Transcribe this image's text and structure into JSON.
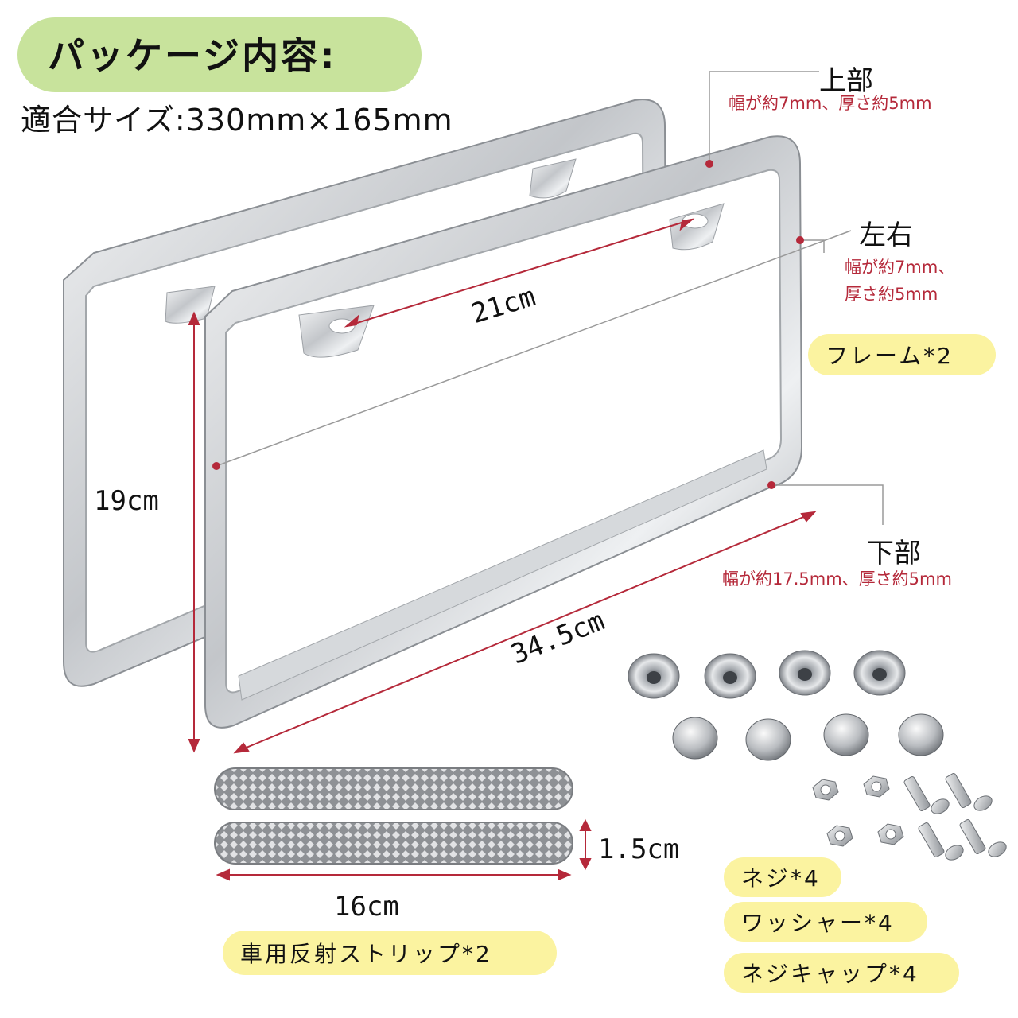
{
  "header": {
    "title": "パッケージ内容:",
    "fit_size": "適合サイズ:330mm×165mm"
  },
  "callouts": {
    "top": {
      "label": "上部",
      "detail": "幅が約7mm、厚さ約5mm"
    },
    "sides": {
      "label": "左右",
      "detail_line1": "幅が約7mm、",
      "detail_line2": "厚さ約5mm"
    },
    "bottom": {
      "label": "下部",
      "detail": "幅が約17.5mm、厚さ約5mm"
    }
  },
  "dimensions": {
    "hole_spacing": "21cm",
    "height": "19cm",
    "width": "34.5cm",
    "strip_height": "1.5cm",
    "strip_length": "16cm"
  },
  "items": {
    "frame": "フレーム*2",
    "reflective_strip": "車用反射ストリップ*2",
    "screw": "ネジ*4",
    "washer": "ワッシャー*4",
    "screw_cap": "ネジキャップ*4"
  },
  "colors": {
    "accent_red": "#b5293a",
    "title_pill": "#c8e39c",
    "item_pill": "#fbf3a0",
    "chrome": "#c9ccd0"
  }
}
